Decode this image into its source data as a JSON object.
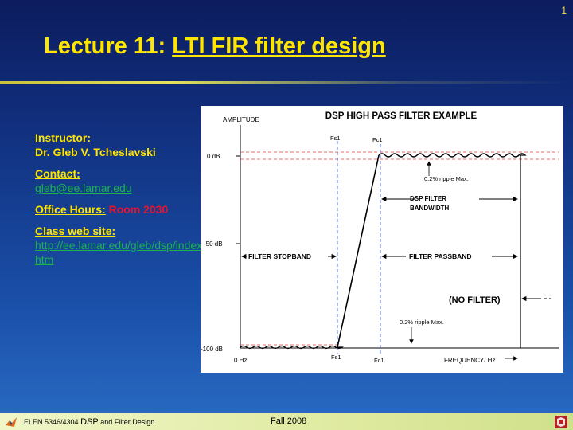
{
  "slide_number": "1",
  "title": {
    "prefix": "Lecture 11: ",
    "underlined": "LTI FIR filter design"
  },
  "info": {
    "instructor_label": "Instructor:",
    "instructor_name": "Dr. Gleb V. Tcheslavski",
    "contact_label": "Contact:",
    "contact_email": "gleb@ee.lamar.edu",
    "office_label": "Office Hours:",
    "office_value": "Room 2030",
    "web_label": "Class web site:",
    "web_url": "http://ee.lamar.edu/gleb/dsp/index.htm"
  },
  "figure": {
    "title": "DSP HIGH PASS FILTER EXAMPLE",
    "ylabel": "AMPLITUDE",
    "y_ticks": [
      "0 dB",
      "-50 dB",
      "-100 dB"
    ],
    "x_ticks_bottom": [
      "0 Hz",
      "Fs1",
      "Fc1",
      "FREQUENCY/ Hz"
    ],
    "x_marks_top": [
      "Fs1",
      "Fc1"
    ],
    "annotations": {
      "ripple_top": "0.2% ripple Max.",
      "ripple_bottom": "0.2% ripple Max.",
      "bandwidth_line1": "DSP FILTER",
      "bandwidth_line2": "BANDWIDTH",
      "stopband": "FILTER STOPBAND",
      "passband": "FILTER PASSBAND",
      "no_filter": "(NO FILTER)"
    }
  },
  "footer": {
    "course_code": "ELEN 5346/4304 ",
    "course_dsp": "DSP",
    "course_rest": " and Filter Design",
    "term": "Fall 2008"
  },
  "colors": {
    "title": "#ffe600",
    "link": "#19b44a",
    "red": "#e8132b",
    "guide": "#3355dd",
    "tol": "#e63b3b"
  }
}
